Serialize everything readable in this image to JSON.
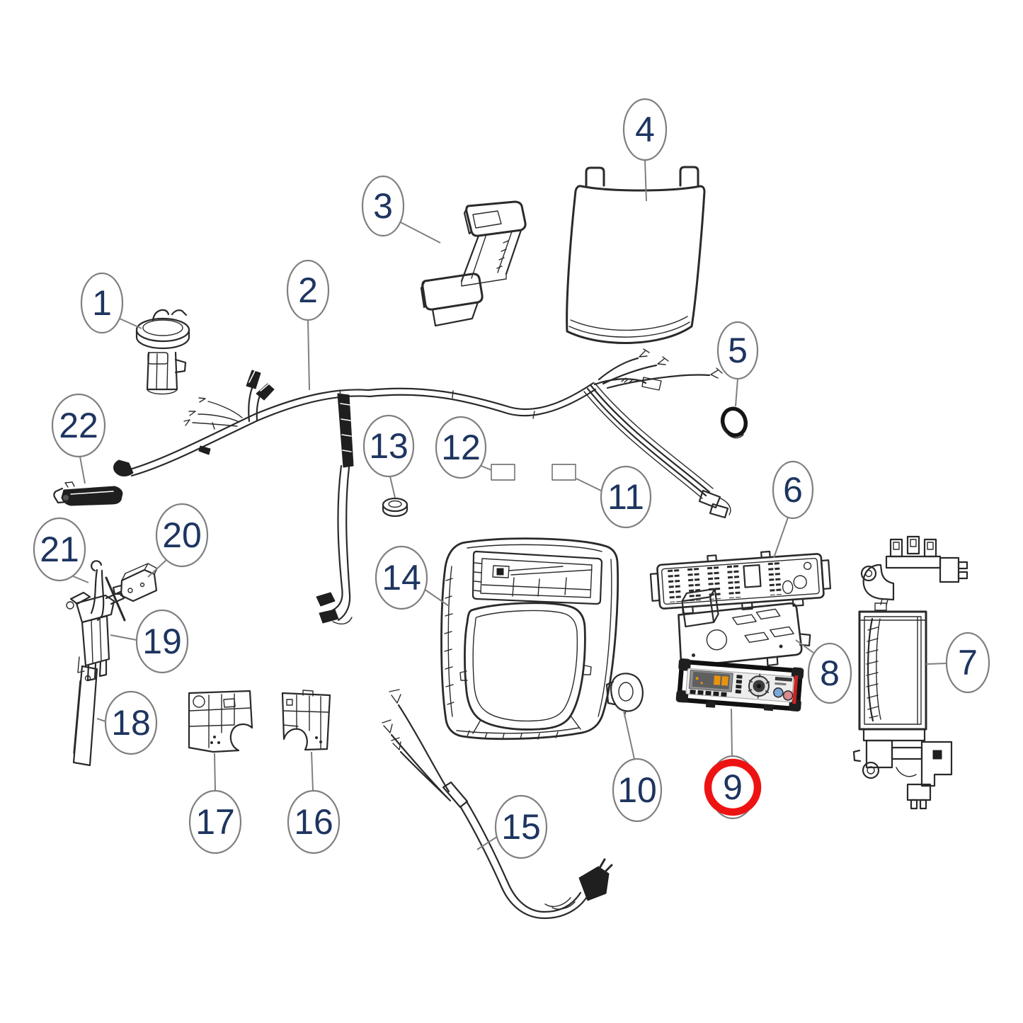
{
  "diagram": {
    "type": "exploded-parts-diagram",
    "background": "#ffffff",
    "highlighted_callout": "9",
    "callouts": {
      "c1": {
        "label": "1",
        "highlighted": false
      },
      "c2": {
        "label": "2",
        "highlighted": false
      },
      "c3": {
        "label": "3",
        "highlighted": false
      },
      "c4": {
        "label": "4",
        "highlighted": false
      },
      "c5": {
        "label": "5",
        "highlighted": false
      },
      "c6": {
        "label": "6",
        "highlighted": false
      },
      "c7": {
        "label": "7",
        "highlighted": false
      },
      "c8": {
        "label": "8",
        "highlighted": false
      },
      "c9": {
        "label": "9",
        "highlighted": true
      },
      "c10": {
        "label": "10",
        "highlighted": false
      },
      "c11": {
        "label": "11",
        "highlighted": false
      },
      "c12": {
        "label": "12",
        "highlighted": false
      },
      "c13": {
        "label": "13",
        "highlighted": false
      },
      "c14": {
        "label": "14",
        "highlighted": false
      },
      "c15": {
        "label": "15",
        "highlighted": false
      },
      "c16": {
        "label": "16",
        "highlighted": false
      },
      "c17": {
        "label": "17",
        "highlighted": false
      },
      "c18": {
        "label": "18",
        "highlighted": false
      },
      "c19": {
        "label": "19",
        "highlighted": false
      },
      "c20": {
        "label": "20",
        "highlighted": false
      },
      "c21": {
        "label": "21",
        "highlighted": false
      },
      "c22": {
        "label": "22",
        "highlighted": false
      }
    },
    "colors": {
      "number_text": "#1e3560",
      "ellipse_outline": "#7f7f7f",
      "highlight_ring": "#ee1313",
      "line_art": "#2a2a2a",
      "panel_display_orange": "#e8930f",
      "panel_button_blue": "#7aa7d9",
      "panel_button_red": "#d98c8c",
      "panel_stripe_red": "#cc2222"
    }
  }
}
